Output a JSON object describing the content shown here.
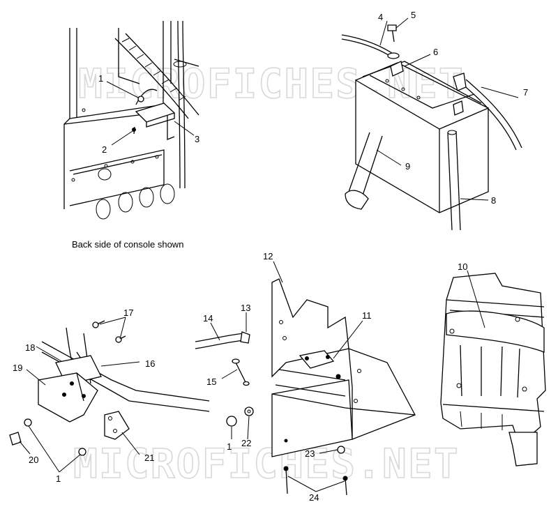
{
  "watermark": [
    "MICROFICHES.NET",
    "MICROFICHES.NET"
  ],
  "caption": "Back side of console shown",
  "callouts": [
    "1",
    "2",
    "3",
    "4",
    "5",
    "6",
    "7",
    "8",
    "9",
    "12",
    "10",
    "11",
    "13",
    "14",
    "15",
    "16",
    "17",
    "18",
    "19",
    "20",
    "1",
    "21",
    "1",
    "22",
    "23",
    "24"
  ]
}
